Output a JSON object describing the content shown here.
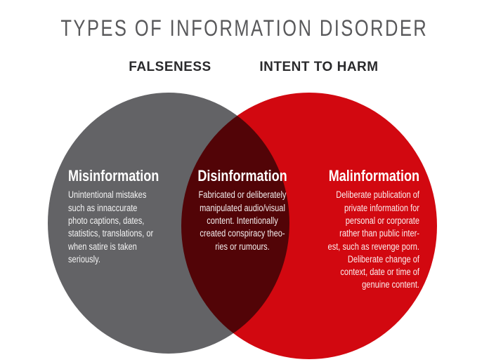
{
  "title": "TYPES OF INFORMATION DISORDER",
  "column_labels": {
    "falseness": "FALSENESS",
    "intent_to_harm": "INTENT TO HARM"
  },
  "venn": {
    "left": {
      "heading": "Misinformation",
      "description": "Unintentional mistakes\nsuch as innaccurate\nphoto captions, dates,\nstatistics, translations, or\nwhen satire is taken\nseriously."
    },
    "overlap": {
      "heading": "Disinformation",
      "description": "Fabricated or deliberately\nmanipulated audio/visual\ncontent. Intentionally\ncreated conspiracy theo-\nries or rumours."
    },
    "right": {
      "heading": "Malinformation",
      "description": "Deliberate publication of\nprivate information for\npersonal or corporate\nrather than public inter-\nest, such as revenge porn.\nDeliberate change of\ncontext, date or time of\ngenuine content."
    }
  },
  "colors": {
    "left_circle": "#636366",
    "right_circle": "#d20810",
    "overlap_region": "#4e0409",
    "title_text": "#59595b",
    "column_label_text": "#2a2a2c",
    "circle_text": "#ffffff"
  }
}
